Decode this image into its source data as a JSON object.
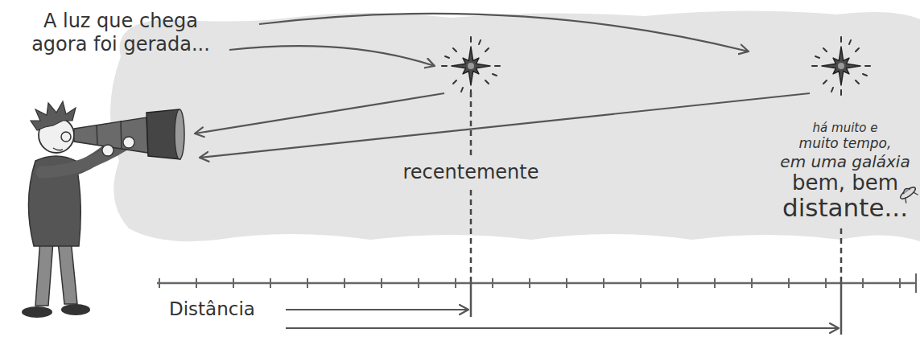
{
  "diagram": {
    "labels": [
      "A luz que chega agora foi gerada...",
      "recentemente",
      "há muito e",
      "muito tempo,",
      "em uma galáxia",
      "bem, bem",
      "distante...",
      "Distância"
    ]
  }
}
